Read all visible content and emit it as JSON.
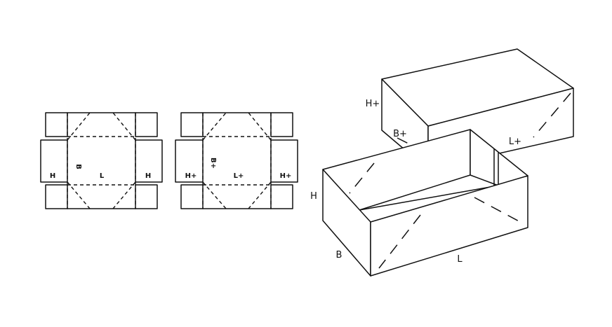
{
  "labels": {
    "base_net": {
      "h_left": "H",
      "b": "B",
      "l": "L",
      "h_right": "H"
    },
    "lid_net": {
      "h_left": "H+",
      "b": "B+",
      "l": "L+",
      "h_right": "H+"
    },
    "lid_3d": {
      "h": "H+",
      "b": "B+",
      "l": "L+"
    },
    "base_3d": {
      "h": "H",
      "b": "B",
      "l": "L"
    }
  },
  "colors": {
    "line": "#111111",
    "background": "#ffffff"
  }
}
